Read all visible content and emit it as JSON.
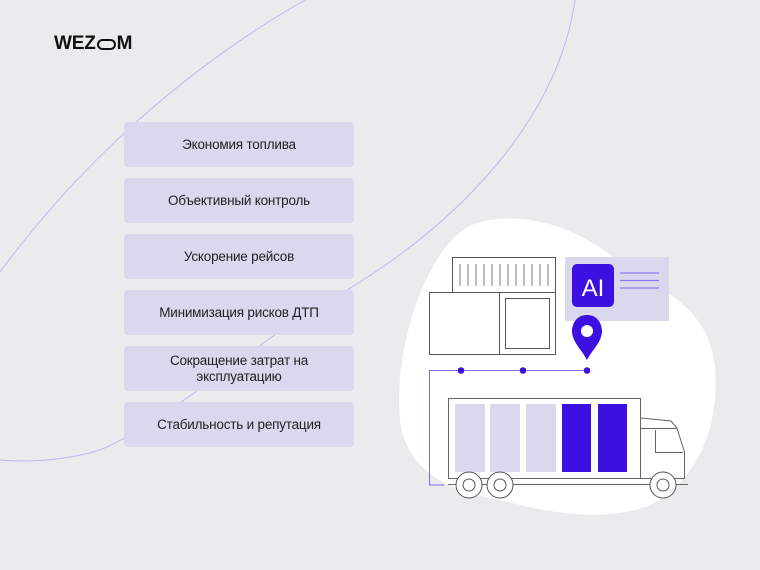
{
  "brand": {
    "logo_prefix": "WEZ",
    "logo_suffix": "M"
  },
  "benefits": {
    "items": [
      {
        "label": "Экономия топлива"
      },
      {
        "label": "Объективный контроль"
      },
      {
        "label": "Ускорение рейсов"
      },
      {
        "label": "Минимизация рисков ДТП"
      },
      {
        "label": "Сокращение затрат на эксплуатацию"
      },
      {
        "label": "Стабильность и репутация"
      }
    ]
  },
  "illustration": {
    "ai_badge_label": "AI",
    "icons": [
      "warehouse-icon",
      "ai-card-icon",
      "location-pin-icon",
      "truck-icon"
    ],
    "colors": {
      "accent": "#3b10e0",
      "accent_light": "#d9d8ec",
      "line_accent": "#7b6cf0",
      "outline": "#555555",
      "blob": "#ffffff",
      "background": "#ebebed"
    },
    "truck_load_bars": {
      "total": 5,
      "filled": 2
    }
  }
}
